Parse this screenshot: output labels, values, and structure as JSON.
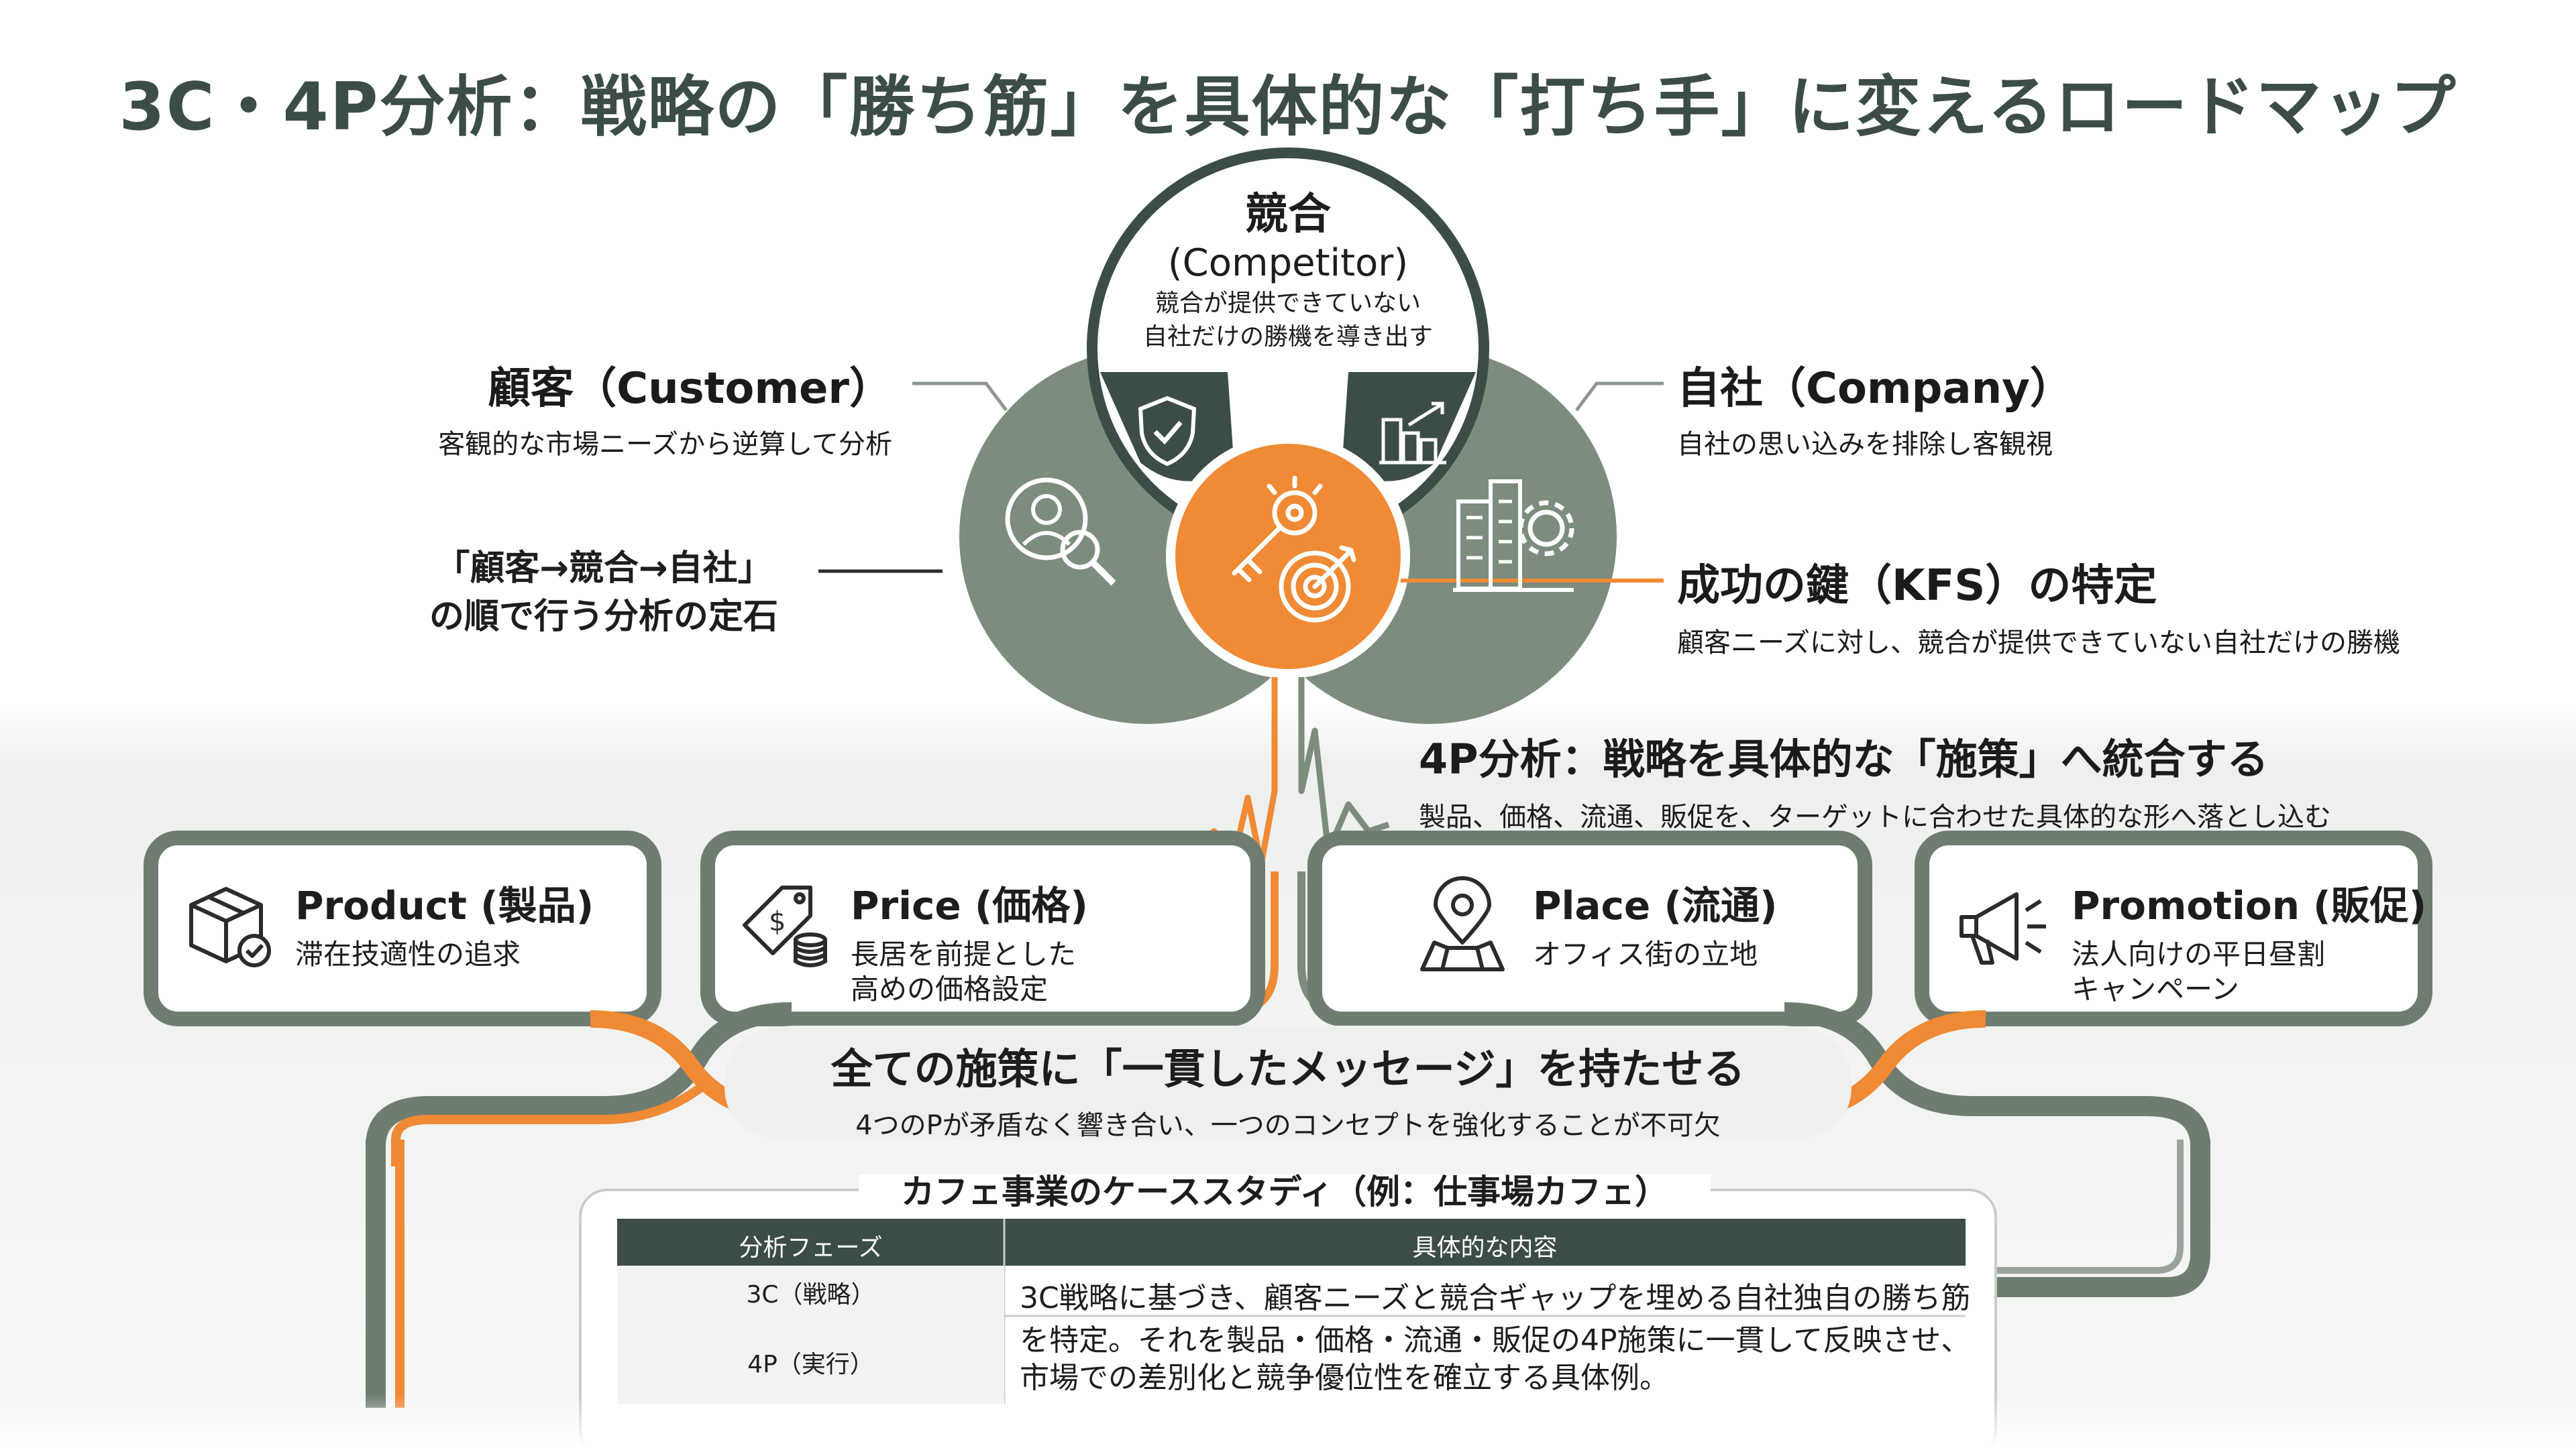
{
  "title": "3C・4P分析：戦略の「勝ち筋」を具体的な「打ち手」に変えるロードマップ",
  "colors": {
    "green_dark": "#3c4d45",
    "green_mid": "#7c8c7d",
    "orange": "#f08a34",
    "bg_band": "#eef0ee"
  },
  "competitor": {
    "title": "競合",
    "subtitle": "(Competitor)",
    "desc1": "競合が提供できていない",
    "desc2": "自社だけの勝機を導き出す"
  },
  "customer": {
    "title": "顧客（Customer）",
    "desc": "客観的な市場ニーズから逆算して分析"
  },
  "company": {
    "title": "自社（Company）",
    "desc": "自社の思い込みを排除し客観視"
  },
  "order_note": {
    "line1": "「顧客→競合→自社」",
    "line2": "の順で行う分析の定石"
  },
  "kfs": {
    "title": "成功の鍵（KFS）の特定",
    "desc": "顧客ニーズに対し、競合が提供できていない自社だけの勝機"
  },
  "fourp": {
    "title": "4P分析：戦略を具体的な「施策」へ統合する",
    "desc": "製品、価格、流通、販促を、ターゲットに合わせた具体的な形へ落とし込む"
  },
  "cards": [
    {
      "title": "Product (製品)",
      "lines": [
        "滞在技適性の追求"
      ],
      "icon": "box-icon"
    },
    {
      "title": "Price (価格)",
      "lines": [
        "長居を前提とした",
        "高めの価格設定"
      ],
      "icon": "price-tag-icon"
    },
    {
      "title": "Place (流通)",
      "lines": [
        "オフィス街の立地"
      ],
      "icon": "map-pin-icon"
    },
    {
      "title": "Promotion (販促)",
      "lines": [
        "法人向けの平日昼割",
        "キャンペーン"
      ],
      "icon": "megaphone-icon"
    }
  ],
  "message": {
    "title": "全ての施策に「一貫したメッセージ」を持たせる",
    "desc": "4つのPが矛盾なく響き合い、一つのコンセプトを強化することが不可欠"
  },
  "case_study": {
    "title": "カフェ事業のケーススタディ（例：仕事場カフェ）",
    "headers": [
      "分析フェーズ",
      "具体的な内容"
    ],
    "rows": [
      {
        "phase": "3C（戦略）",
        "lines": [
          "3C戦略に基づき、顧客ニーズと競合ギャップを埋める自社独自の勝ち筋"
        ]
      },
      {
        "phase": "4P（実行）",
        "lines": [
          "を特定。それを製品・価格・流通・販促の4P施策に一貫して反映させ、",
          "市場での差別化と競争優位性を確立する具体例。"
        ]
      }
    ]
  }
}
